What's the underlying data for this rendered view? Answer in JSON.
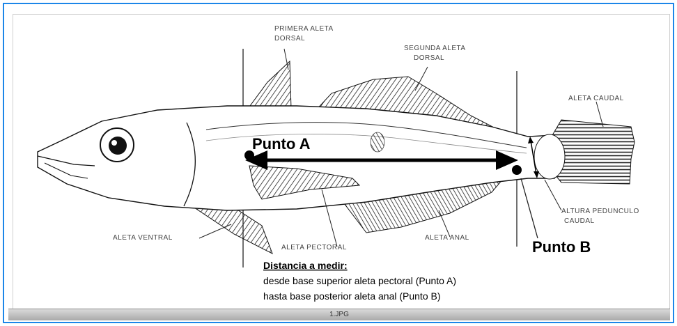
{
  "labels": {
    "primera_aleta_dorsal_l1": "PRIMERA ALETA",
    "primera_aleta_dorsal_l2": "DORSAL",
    "segunda_aleta_dorsal_l1": "SEGUNDA ALETA",
    "segunda_aleta_dorsal_l2": "DORSAL",
    "aleta_caudal": "ALETA CAUDAL",
    "aleta_ventral": "ALETA VENTRAL",
    "aleta_pectoral": "ALETA PECTORAL",
    "aleta_anal": "ALETA ANAL",
    "altura_l1": "ALTURA PEDUNCULO",
    "altura_l2": "CAUDAL",
    "punto_a": "Punto A",
    "punto_b": "Punto B"
  },
  "caption": {
    "title": "Distancia a medir:",
    "line1": "desde base superior aleta pectoral (Punto A)",
    "line2": "hasta base posterior aleta anal (Punto B)"
  },
  "status": {
    "filename": "1.JPG"
  },
  "colors": {
    "frame": "#1c86e8",
    "ink": "#000000"
  }
}
